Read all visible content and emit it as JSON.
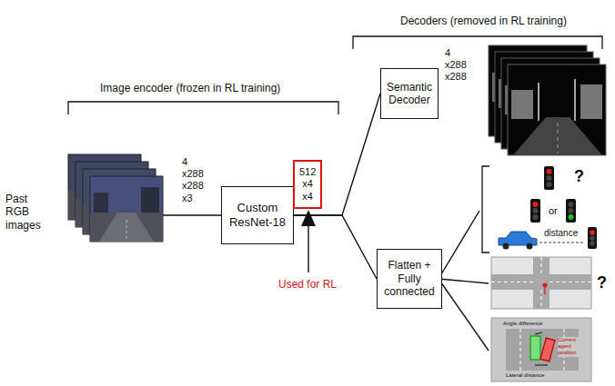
{
  "diagram": {
    "nodes": [
      {
        "text": [
          "Custom ResNet-18"
        ]
      },
      {
        "text": [
          "512 x4 x4"
        ]
      },
      {
        "text": [
          "Semantic Decoder"
        ]
      },
      {
        "text": [
          "Flatten + Fully connected"
        ]
      }
    ],
    "edges": [
      {
        "from": 0,
        "to": 2,
        "arrow": "none"
      },
      {
        "from": 0,
        "to": 3,
        "arrow": "none"
      }
    ],
    "labels": [
      "Decoders (removed in RL training)",
      "Image encoder (frozen in RL training)",
      "Past RGB images",
      "4 x288 x288 x3",
      "Used for RL",
      "4 x288 x288",
      "?",
      "or",
      "distance",
      "?",
      "Angle difference",
      "Lateral distance",
      "Current agent position"
    ]
  }
}
